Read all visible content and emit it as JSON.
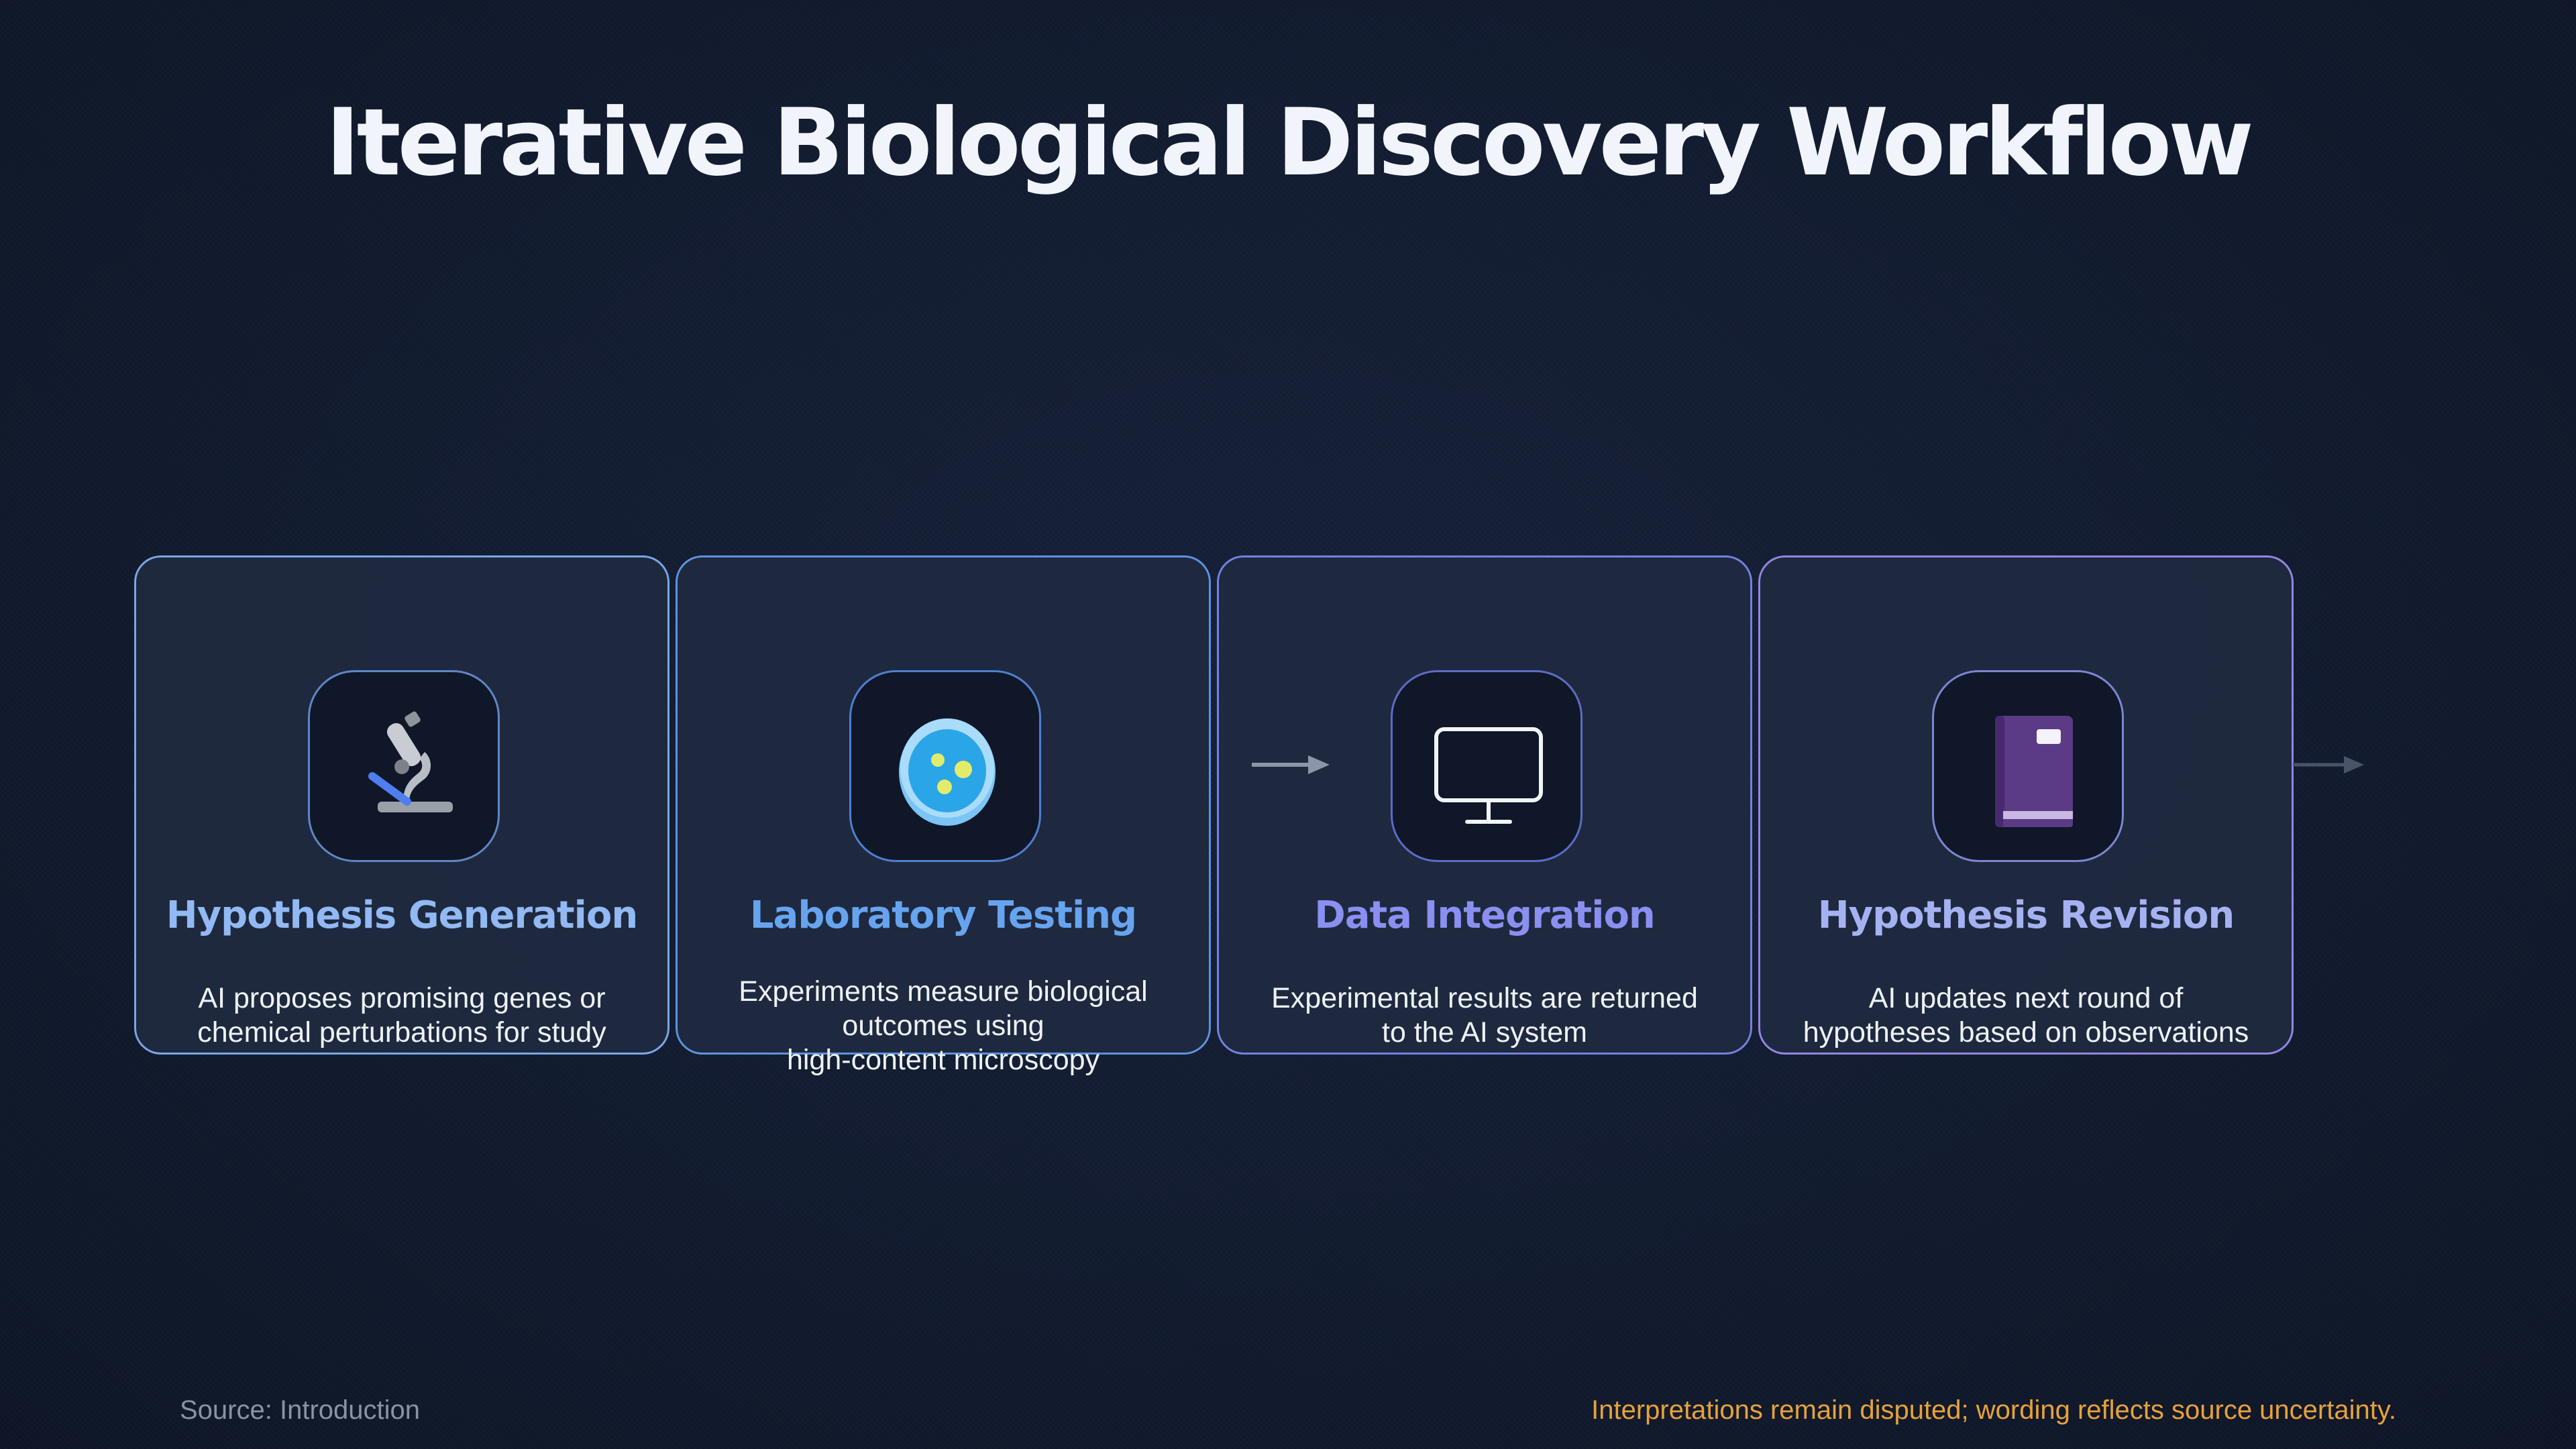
{
  "title": "Iterative Biological Discovery Workflow",
  "steps": [
    {
      "title": "Hypothesis Generation",
      "icon": "microscope-icon",
      "description_lines": [
        "AI proposes promising genes or",
        "chemical perturbations for study"
      ]
    },
    {
      "title": "Laboratory Testing",
      "icon": "petri-dish-icon",
      "description_lines": [
        "Experiments measure biological",
        "outcomes using",
        "high-content microscopy"
      ]
    },
    {
      "title": "Data Integration",
      "icon": "monitor-icon",
      "description_lines": [
        "Experimental results are returned",
        "to the AI system"
      ]
    },
    {
      "title": "Hypothesis Revision",
      "icon": "notebook-icon",
      "description_lines": [
        "AI updates next round of",
        "hypotheses based on observations"
      ]
    }
  ],
  "footer": {
    "source": "Source: Introduction",
    "note": "Interpretations remain disputed; wording reflects source uncertainty."
  },
  "colors": {
    "background": "#131c30",
    "card": "#1f2a40",
    "step1_title": "#92b9f3",
    "step2_title": "#67a4f0",
    "step3_title": "#8a8ff0",
    "step4_title": "#a5b2f2",
    "note": "#e8a23a"
  }
}
